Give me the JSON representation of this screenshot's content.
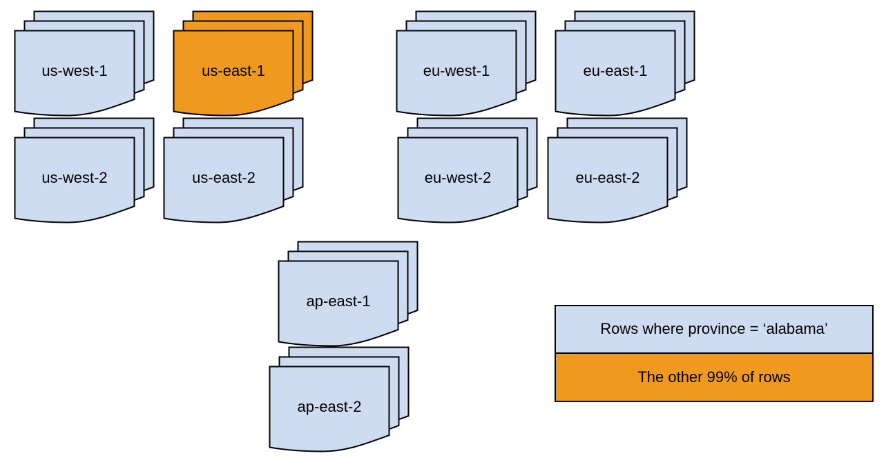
{
  "colors": {
    "region_fill": "#cddcf0",
    "highlight_fill": "#ef9a1e",
    "outline": "#000000"
  },
  "stacks": [
    {
      "label": "us-west-1",
      "highlighted": false
    },
    {
      "label": "us-east-1",
      "highlighted": true
    },
    {
      "label": "eu-west-1",
      "highlighted": false
    },
    {
      "label": "eu-east-1",
      "highlighted": false
    },
    {
      "label": "us-west-2",
      "highlighted": false
    },
    {
      "label": "us-east-2",
      "highlighted": false
    },
    {
      "label": "eu-west-2",
      "highlighted": false
    },
    {
      "label": "eu-east-2",
      "highlighted": false
    },
    {
      "label": "ap-east-1",
      "highlighted": false
    },
    {
      "label": "ap-east-2",
      "highlighted": false
    }
  ],
  "legend": {
    "items": [
      {
        "label": "Rows where province = ‘alabama’",
        "swatch": "region_fill"
      },
      {
        "label": "The other 99% of rows",
        "swatch": "highlight_fill"
      }
    ]
  }
}
